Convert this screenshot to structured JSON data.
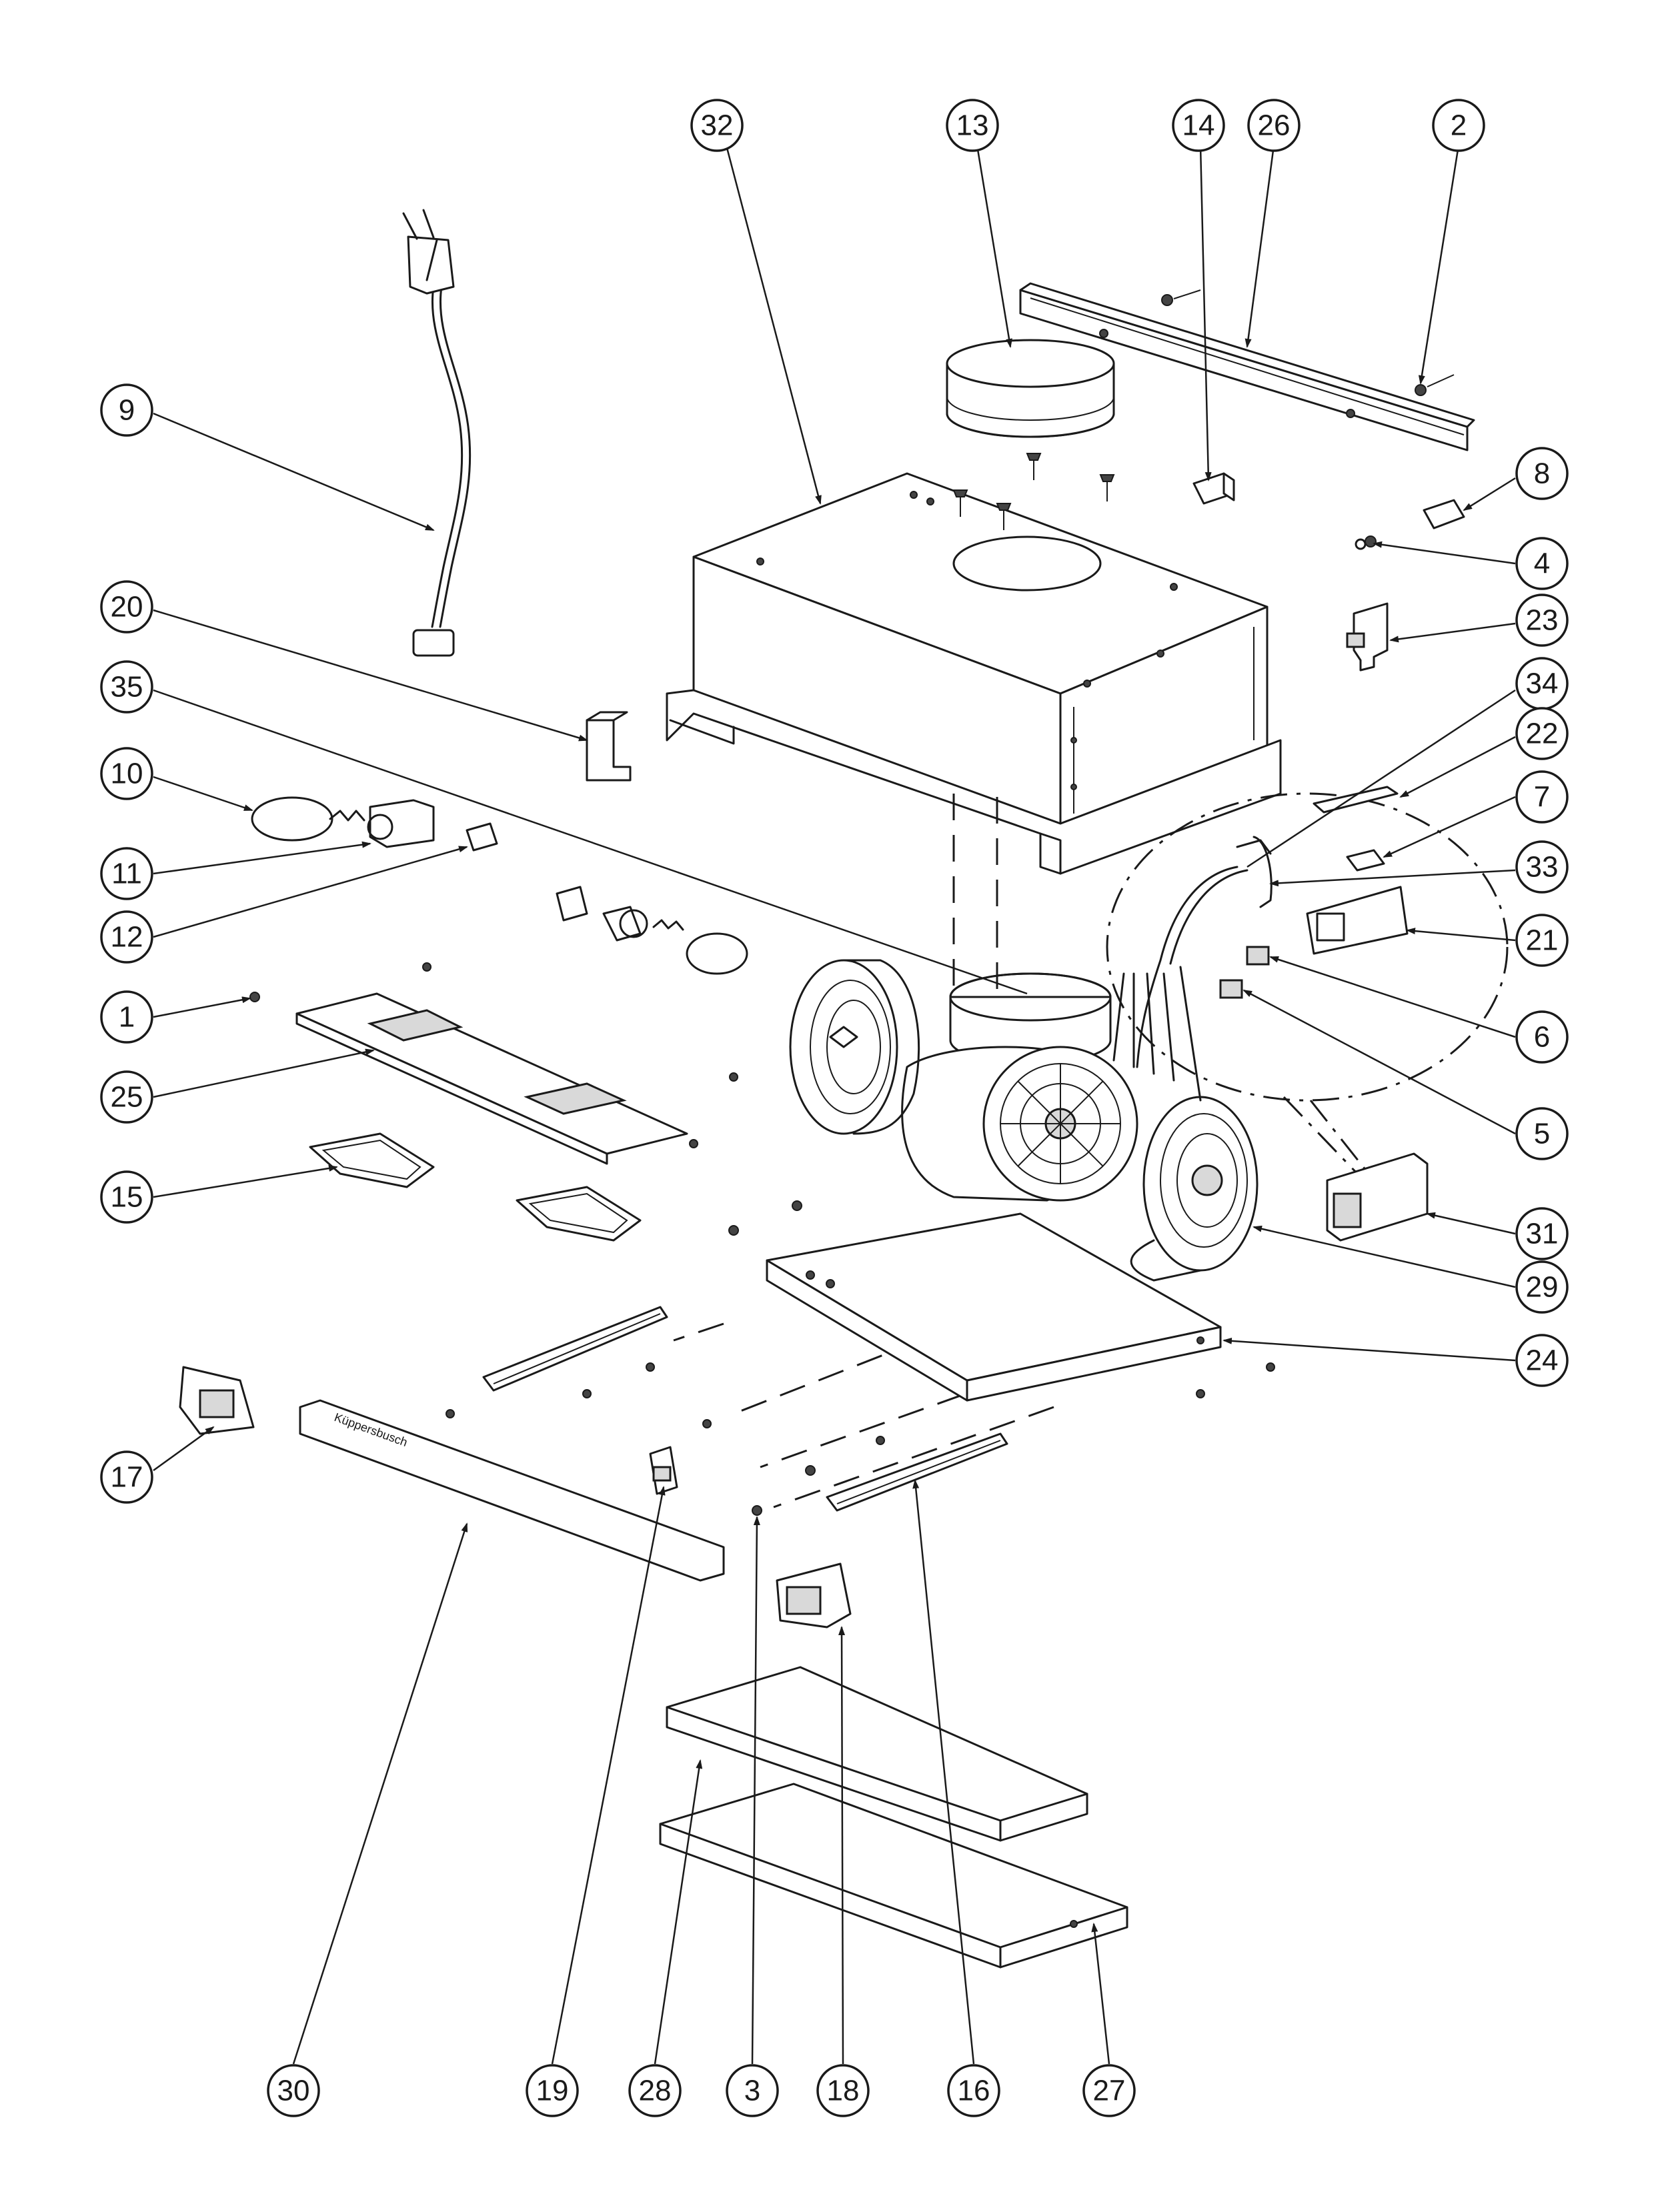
{
  "brand_label": "Küppersbusch",
  "callouts": [
    "1",
    "2",
    "3",
    "4",
    "5",
    "6",
    "7",
    "8",
    "9",
    "10",
    "11",
    "12",
    "13",
    "14",
    "15",
    "16",
    "17",
    "18",
    "19",
    "20",
    "21",
    "22",
    "23",
    "24",
    "25",
    "26",
    "27",
    "28",
    "29",
    "30",
    "31",
    "32",
    "33",
    "34",
    "35"
  ]
}
